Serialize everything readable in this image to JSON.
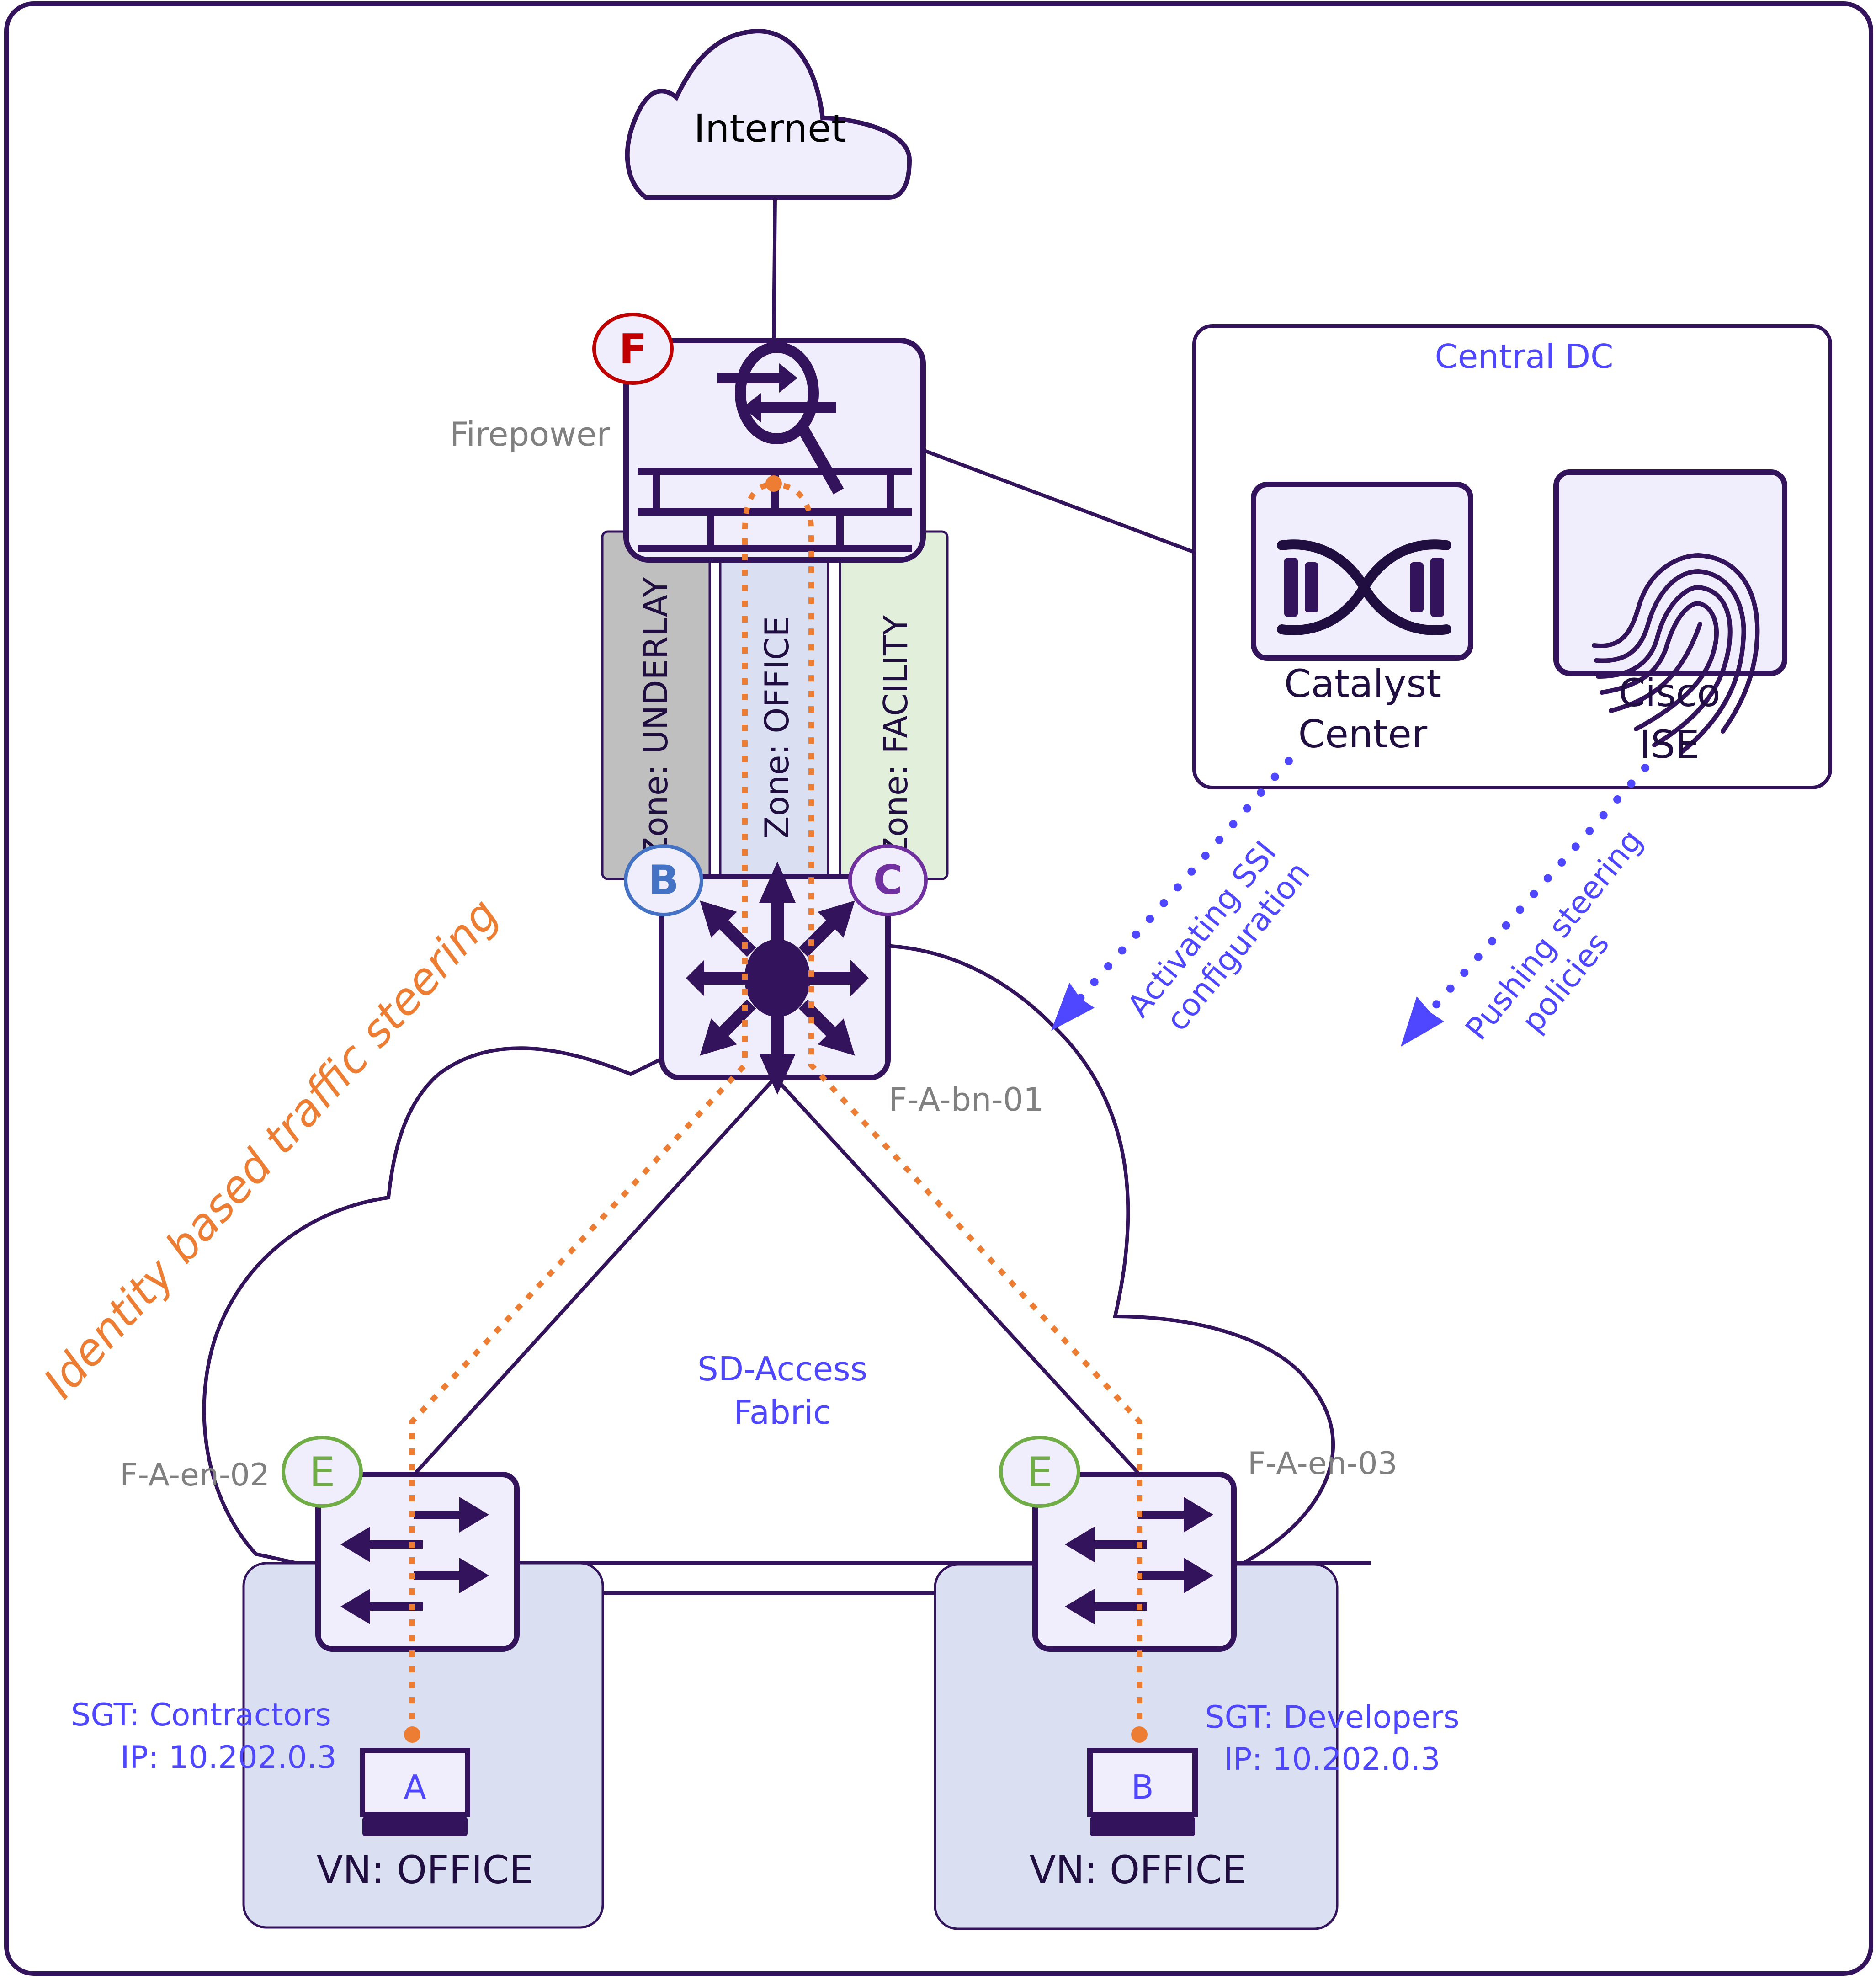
{
  "internet": {
    "label": "Internet"
  },
  "firewall": {
    "label": "Firepower",
    "badge": "F",
    "badge_color": "#c00000"
  },
  "zones": [
    {
      "label": "Zone: UNDERLAY",
      "color": "#bfbfbf"
    },
    {
      "label": "Zone: OFFICE",
      "color": "#dae0f2"
    },
    {
      "label": "Zone: FACILITY",
      "color": "#e2efda"
    }
  ],
  "border_node": {
    "label": "F-A-bn-01",
    "badges": [
      {
        "letter": "B",
        "color": "#4472c4"
      },
      {
        "letter": "C",
        "color": "#7030a0"
      }
    ]
  },
  "central_dc": {
    "title": "Central DC",
    "catalyst": {
      "line1": "Catalyst",
      "line2": "Center"
    },
    "ise": {
      "line1": "Cisco",
      "line2": "ISE"
    }
  },
  "annotations": {
    "steering": "Identity based traffic steering",
    "ssi_line1": "Activating SSI",
    "ssi_line2": "configuration",
    "push_line1": "Pushing steering",
    "push_line2": "policies"
  },
  "fabric": {
    "line1": "SD-Access",
    "line2": "Fabric"
  },
  "edges": [
    {
      "label": "F-A-en-02",
      "badge": "E",
      "badge_color": "#70ad47",
      "sgt": "SGT: Contractors",
      "ip": "IP: 10.202.0.3",
      "host": "A",
      "vn": "VN: OFFICE"
    },
    {
      "label": "F-A-en-03",
      "badge": "E",
      "badge_color": "#70ad47",
      "sgt": "SGT: Developers",
      "ip": "IP: 10.202.0.3",
      "host": "B",
      "vn": "VN: OFFICE"
    }
  ],
  "colors": {
    "accent_blue": "#4f46ff",
    "path_orange": "#ec7d32",
    "outline_purple": "#33135c",
    "node_fill": "#f0eefc",
    "vn_fill": "#dae0f2"
  }
}
